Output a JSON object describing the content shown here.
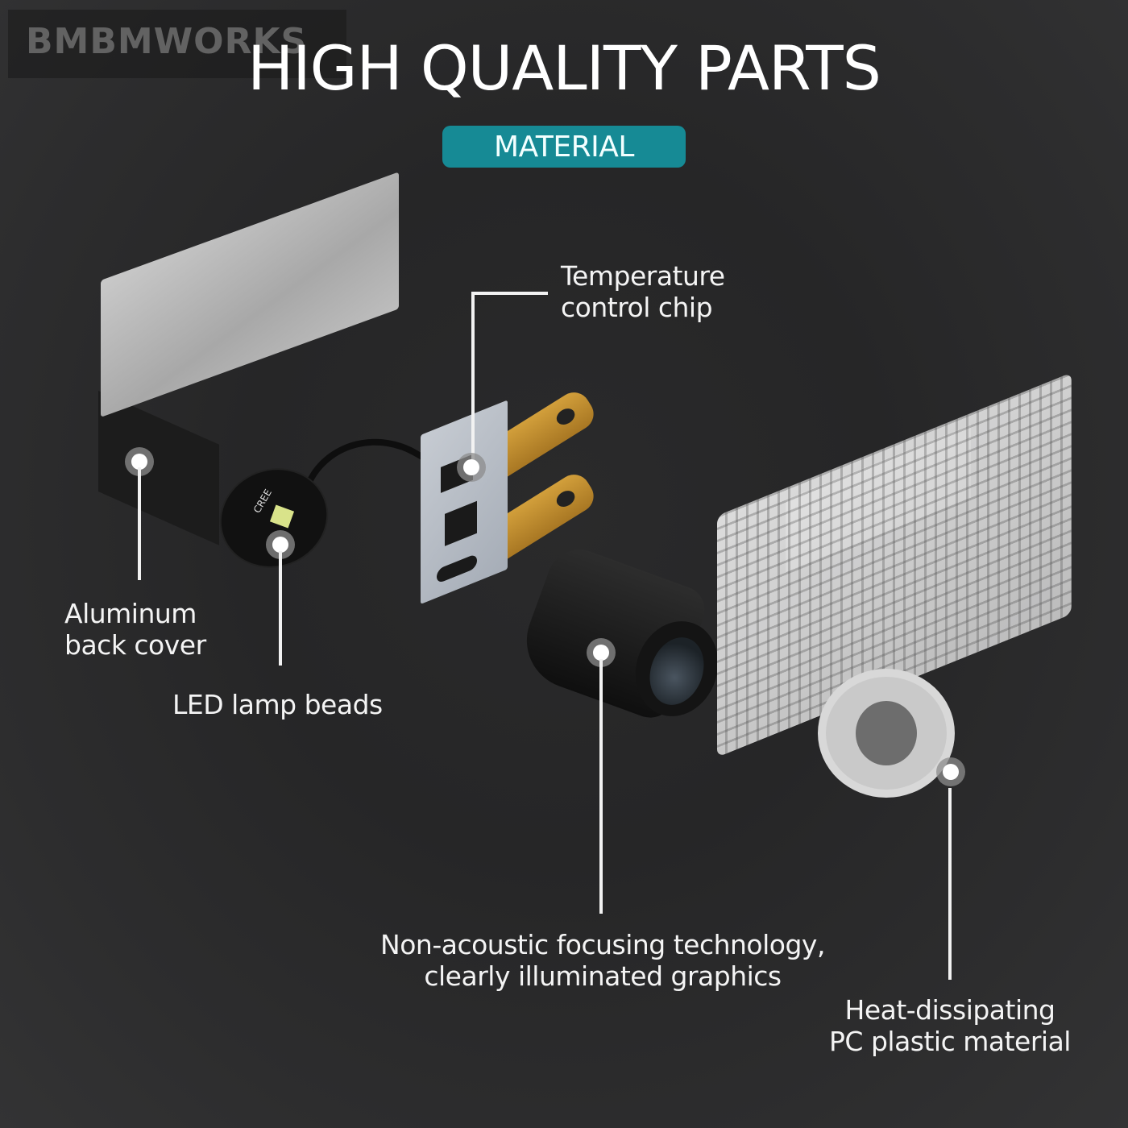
{
  "watermark": "BMBMWORKS",
  "title": "HIGH QUALITY PARTS",
  "badge": {
    "label": "MATERIAL",
    "color": "#168a95"
  },
  "labels": {
    "temperature_chip": {
      "line1": "Temperature",
      "line2": "control chip"
    },
    "aluminum_cover": {
      "line1": "Aluminum",
      "line2": "back cover"
    },
    "led_beads": {
      "line1": "LED lamp beads"
    },
    "focusing": {
      "line1": "Non-acoustic focusing technology,",
      "line2": "clearly illuminated graphics"
    },
    "pc_plastic": {
      "line1": "Heat-dissipating",
      "line2": "PC plastic material"
    }
  },
  "parts": {
    "led_marking": "CREE"
  },
  "colors": {
    "background": "#2a2a2b",
    "text": "#ffffff",
    "copper_tab": "#c8942f"
  }
}
